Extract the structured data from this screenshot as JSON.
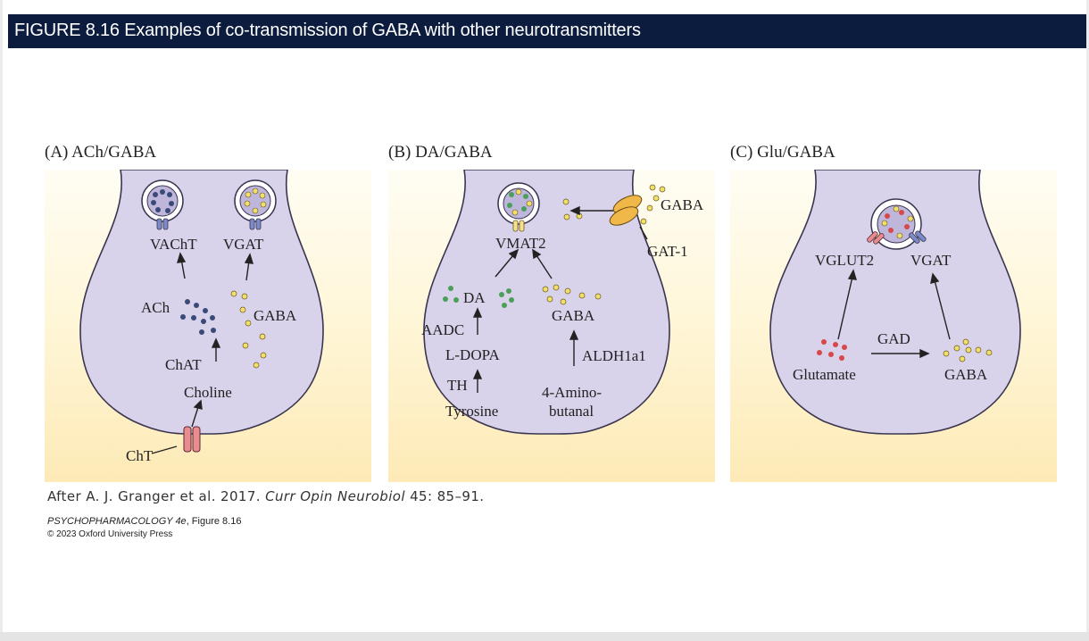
{
  "figure": {
    "title": "FIGURE 8.16  Examples of co-transmission of GABA with other neurotransmitters"
  },
  "panels": {
    "a": {
      "heading": "(A) ACh/GABA",
      "labels": {
        "vacht": "VAChT",
        "vgat": "VGAT",
        "ach": "ACh",
        "gaba": "GABA",
        "chat": "ChAT",
        "choline": "Choline",
        "cht": "ChT"
      }
    },
    "b": {
      "heading": "(B) DA/GABA",
      "labels": {
        "vmat2": "VMAT2",
        "gaba_ext": "GABA",
        "gat1": "GAT-1",
        "da": "DA",
        "gaba": "GABA",
        "aadc": "AADC",
        "ldopa": "L-DOPA",
        "aldh1a1": "ALDH1a1",
        "th": "TH",
        "tyrosine": "Tyrosine",
        "aminobutanal_1": "4-Amino-",
        "aminobutanal_2": "butanal"
      }
    },
    "c": {
      "heading": "(C) Glu/GABA",
      "labels": {
        "vglut2": "VGLUT2",
        "vgat": "VGAT",
        "gad": "GAD",
        "glutamate": "Glutamate",
        "gaba": "GABA"
      }
    }
  },
  "citation": {
    "prefix": "After A. J. Granger et al. 2017. ",
    "journal": "Curr Opin Neurobiol",
    "suffix": " 45: 85–91."
  },
  "book": {
    "title": "PSYCHOPHARMACOLOGY 4e",
    "figure": ", Figure 8.16"
  },
  "copyright": "© 2023 Oxford University Press",
  "colors": {
    "title_bar": "#0c1c3e",
    "terminal_fill": "#d8d2ea",
    "terminal_stroke": "#3a3550",
    "vesicle_fill": "#bfb6dc",
    "ach_dot": "#3a4a78",
    "gaba_dot": "#f2df6a",
    "da_dot": "#4aa05a",
    "glu_dot": "#d84848",
    "transporter_blue": "#7c8ac8",
    "transporter_pink": "#e88c90",
    "transporter_orange": "#f0b848",
    "vmat_yellow": "#f5e08c"
  }
}
